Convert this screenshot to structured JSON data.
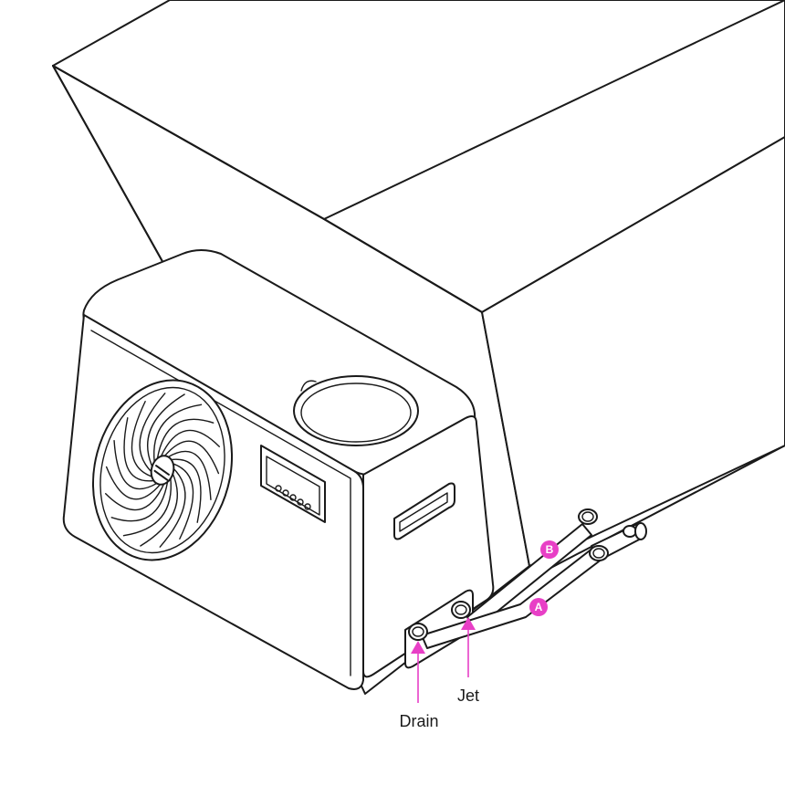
{
  "diagram": {
    "accent_color": "#e83fc6",
    "line_color": "#1a1a1a",
    "labels": {
      "drain": "Drain",
      "jet": "Jet"
    },
    "badges": {
      "a": "A",
      "b": "B"
    },
    "icons": [
      "fan-icon",
      "control-panel-icon",
      "pipe-connector-icon"
    ]
  }
}
